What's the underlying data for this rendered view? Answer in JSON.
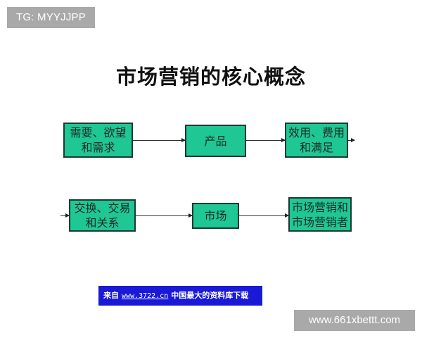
{
  "overlay": {
    "tag_label": "TG: MYYJJPP",
    "watermark": "www.661xbettt.com"
  },
  "diagram": {
    "title": "市场营销的核心概念",
    "colors": {
      "node_fill": "#1fc795",
      "node_border": "#1c3a30",
      "arrow": "#333333",
      "banner_bg": "#1a1ad6"
    },
    "row1": [
      {
        "id": "needs",
        "lines": [
          "需要、欲望",
          "和需求"
        ]
      },
      {
        "id": "product",
        "lines": [
          "产品"
        ]
      },
      {
        "id": "utility",
        "lines": [
          "效用、费用",
          "和满足"
        ]
      }
    ],
    "row2": [
      {
        "id": "exchange",
        "lines": [
          "交换、交易",
          "和关系"
        ]
      },
      {
        "id": "market",
        "lines": [
          "市场"
        ]
      },
      {
        "id": "marketers",
        "lines": [
          "市场营销和",
          "市场营销者"
        ]
      }
    ],
    "edges": [
      {
        "from": "needs",
        "to": "product"
      },
      {
        "from": "product",
        "to": "utility"
      },
      {
        "from": "utility",
        "to": "(continues)"
      },
      {
        "from": "(continued)",
        "to": "exchange"
      },
      {
        "from": "exchange",
        "to": "market"
      },
      {
        "from": "market",
        "to": "marketers"
      }
    ]
  },
  "source_banner": {
    "prefix": "来自",
    "link": "www.3722.cn",
    "suffix": "中国最大的资料库下载"
  }
}
